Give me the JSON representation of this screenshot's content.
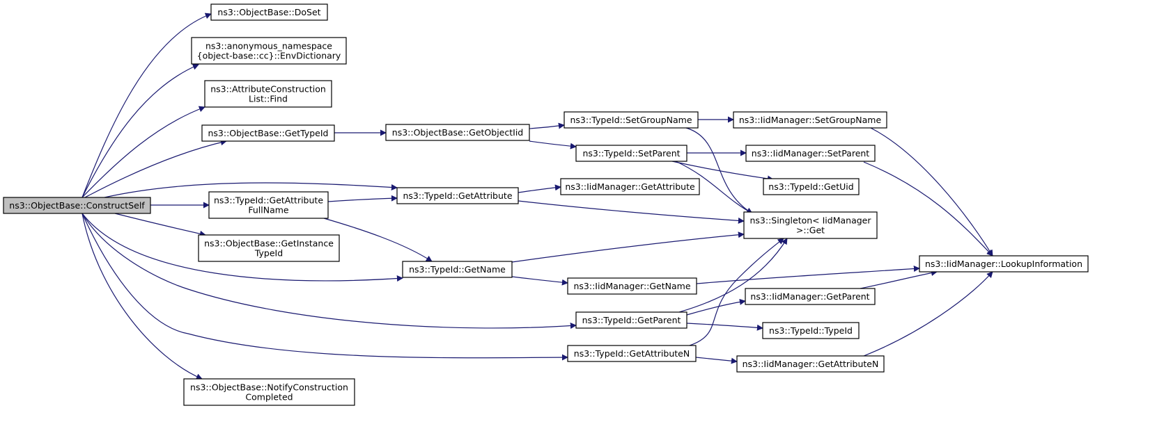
{
  "diagram": {
    "type": "call-graph",
    "colors": {
      "edge": "#191970",
      "root_fill": "#bfbfbf",
      "node_fill": "#ffffff",
      "node_border": "#000000"
    },
    "nodes": [
      {
        "id": "constructself",
        "lines": [
          "ns3::ObjectBase::ConstructSelf"
        ]
      },
      {
        "id": "doset",
        "lines": [
          "ns3::ObjectBase::DoSet"
        ]
      },
      {
        "id": "envdict",
        "lines": [
          "ns3::anonymous_namespace",
          "{object-base::cc}::EnvDictionary"
        ]
      },
      {
        "id": "acl-find",
        "lines": [
          "ns3::AttributeConstruction",
          "List::Find"
        ]
      },
      {
        "id": "ob-gettypeid",
        "lines": [
          "ns3::ObjectBase::GetTypeId"
        ]
      },
      {
        "id": "ob-getobjectiid",
        "lines": [
          "ns3::ObjectBase::GetObjectIid"
        ]
      },
      {
        "id": "tid-setgroupname",
        "lines": [
          "ns3::TypeId::SetGroupName"
        ]
      },
      {
        "id": "iid-setgroupname",
        "lines": [
          "ns3::IidManager::SetGroupName"
        ]
      },
      {
        "id": "tid-setparent",
        "lines": [
          "ns3::TypeId::SetParent"
        ]
      },
      {
        "id": "iid-setparent",
        "lines": [
          "ns3::IidManager::SetParent"
        ]
      },
      {
        "id": "tid-getuid",
        "lines": [
          "ns3::TypeId::GetUid"
        ]
      },
      {
        "id": "tid-getattribute",
        "lines": [
          "ns3::TypeId::GetAttribute"
        ]
      },
      {
        "id": "iid-getattribute",
        "lines": [
          "ns3::IidManager::GetAttribute"
        ]
      },
      {
        "id": "singleton-get",
        "lines": [
          "ns3::Singleton< IidManager",
          " >::Get"
        ]
      },
      {
        "id": "tid-getattrfullname",
        "lines": [
          "ns3::TypeId::GetAttribute",
          "FullName"
        ]
      },
      {
        "id": "ob-getinstancetypeid",
        "lines": [
          "ns3::ObjectBase::GetInstance",
          "TypeId"
        ]
      },
      {
        "id": "tid-getname",
        "lines": [
          "ns3::TypeId::GetName"
        ]
      },
      {
        "id": "iid-getname",
        "lines": [
          "ns3::IidManager::GetName"
        ]
      },
      {
        "id": "iid-lookup",
        "lines": [
          "ns3::IidManager::LookupInformation"
        ]
      },
      {
        "id": "iid-getparent",
        "lines": [
          "ns3::IidManager::GetParent"
        ]
      },
      {
        "id": "tid-getparent",
        "lines": [
          "ns3::TypeId::GetParent"
        ]
      },
      {
        "id": "tid-typeid",
        "lines": [
          "ns3::TypeId::TypeId"
        ]
      },
      {
        "id": "tid-getattributen",
        "lines": [
          "ns3::TypeId::GetAttributeN"
        ]
      },
      {
        "id": "iid-getattributen",
        "lines": [
          "ns3::IidManager::GetAttributeN"
        ]
      },
      {
        "id": "ob-notifyconstruction",
        "lines": [
          "ns3::ObjectBase::NotifyConstruction",
          "Completed"
        ]
      }
    ],
    "edges": [
      [
        "constructself",
        "doset"
      ],
      [
        "constructself",
        "envdict"
      ],
      [
        "constructself",
        "acl-find"
      ],
      [
        "constructself",
        "ob-gettypeid"
      ],
      [
        "constructself",
        "tid-getattribute"
      ],
      [
        "constructself",
        "tid-getattrfullname"
      ],
      [
        "constructself",
        "ob-getinstancetypeid"
      ],
      [
        "constructself",
        "tid-getname"
      ],
      [
        "constructself",
        "tid-getparent"
      ],
      [
        "constructself",
        "tid-getattributen"
      ],
      [
        "constructself",
        "ob-notifyconstruction"
      ],
      [
        "ob-gettypeid",
        "ob-getobjectiid"
      ],
      [
        "ob-getobjectiid",
        "tid-setgroupname"
      ],
      [
        "ob-getobjectiid",
        "tid-setparent"
      ],
      [
        "tid-setgroupname",
        "iid-setgroupname"
      ],
      [
        "tid-setgroupname",
        "singleton-get"
      ],
      [
        "iid-setgroupname",
        "iid-lookup"
      ],
      [
        "tid-setparent",
        "iid-setparent"
      ],
      [
        "tid-setparent",
        "tid-getuid"
      ],
      [
        "tid-setparent",
        "singleton-get"
      ],
      [
        "iid-setparent",
        "iid-lookup"
      ],
      [
        "tid-getattribute",
        "iid-getattribute"
      ],
      [
        "tid-getattribute",
        "singleton-get"
      ],
      [
        "tid-getattrfullname",
        "tid-getattribute"
      ],
      [
        "tid-getattrfullname",
        "tid-getname"
      ],
      [
        "tid-getname",
        "iid-getname"
      ],
      [
        "tid-getname",
        "singleton-get"
      ],
      [
        "iid-getname",
        "iid-lookup"
      ],
      [
        "tid-getparent",
        "iid-getparent"
      ],
      [
        "tid-getparent",
        "singleton-get"
      ],
      [
        "tid-getparent",
        "tid-typeid"
      ],
      [
        "iid-getparent",
        "iid-lookup"
      ],
      [
        "tid-getattributen",
        "iid-getattributen"
      ],
      [
        "tid-getattributen",
        "singleton-get"
      ],
      [
        "iid-getattributen",
        "iid-lookup"
      ]
    ]
  }
}
